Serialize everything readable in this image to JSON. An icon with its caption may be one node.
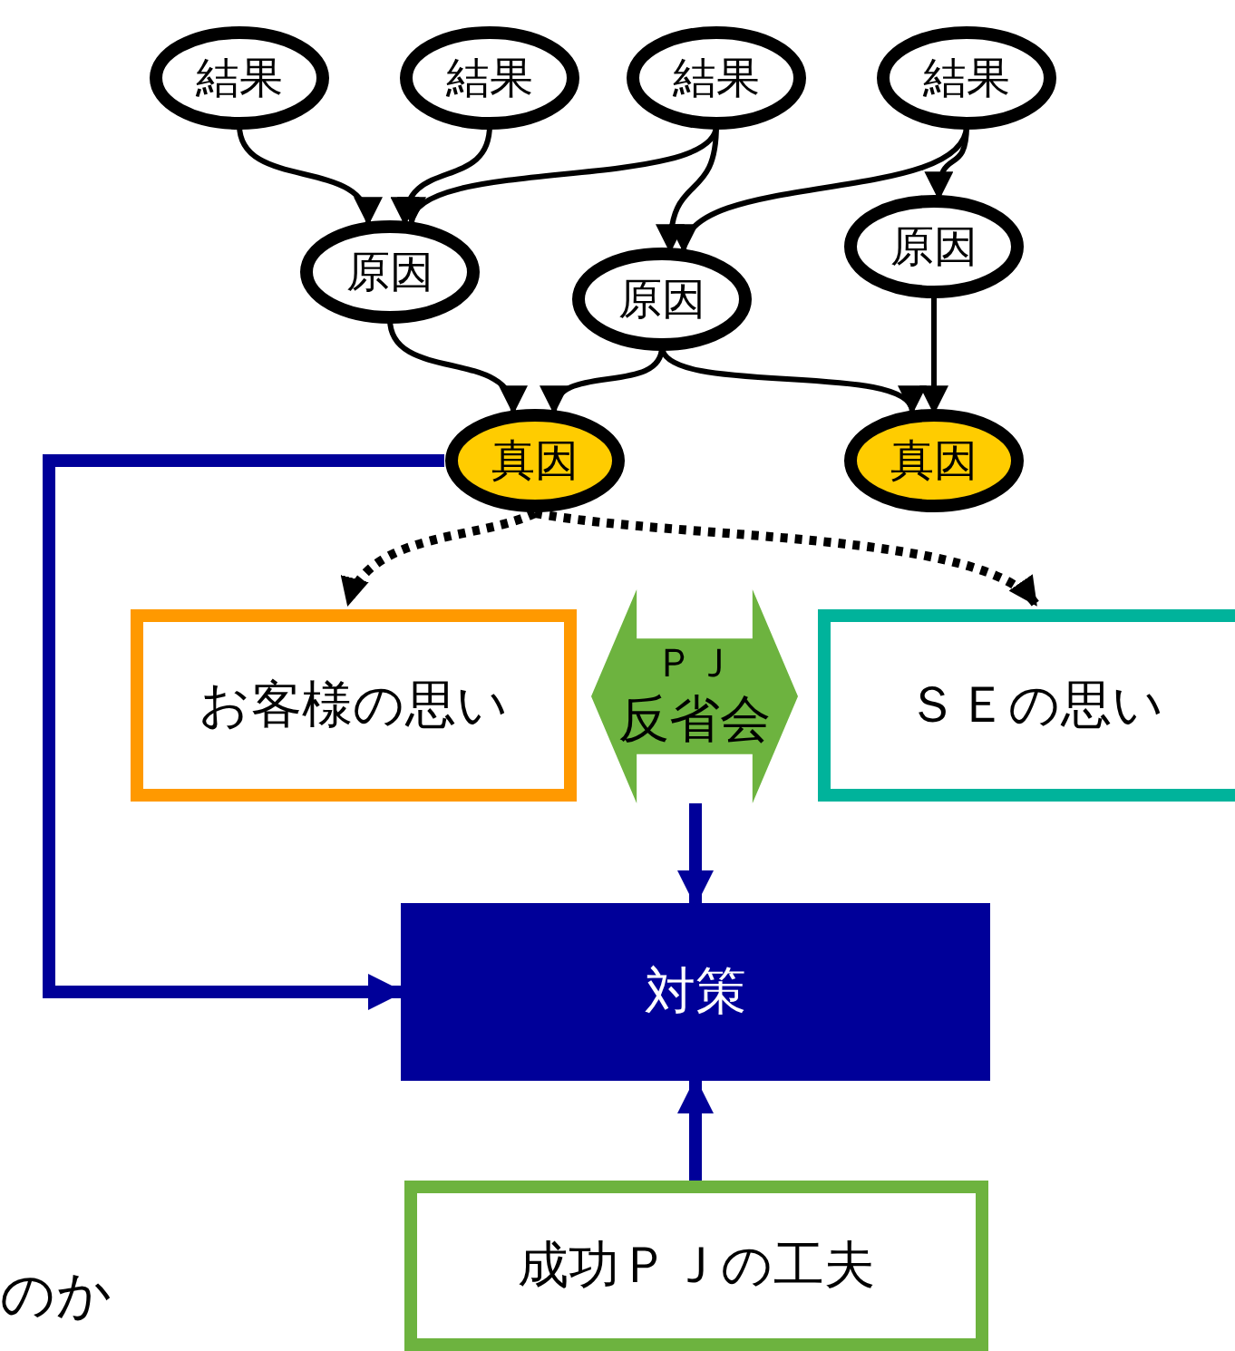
{
  "diagram": {
    "nodes": [
      {
        "text": [
          "結果"
        ]
      },
      {
        "text": [
          "結果"
        ]
      },
      {
        "text": [
          "結果"
        ]
      },
      {
        "text": [
          "結果"
        ]
      },
      {
        "text": [
          "原因"
        ]
      },
      {
        "text": [
          "原因"
        ]
      },
      {
        "text": [
          "原因"
        ]
      },
      {
        "text": [
          "真因"
        ]
      },
      {
        "text": [
          "真因"
        ]
      },
      {
        "text": [
          "お客様の思い"
        ]
      },
      {
        "text": [
          "ＰＪ",
          "反省会"
        ]
      },
      {
        "text": [
          "ＳＥの思い"
        ]
      },
      {
        "text": [
          "対策"
        ]
      },
      {
        "text": [
          "成功ＰＪの工夫"
        ]
      }
    ],
    "edges": [
      {
        "from": 0,
        "to": 4,
        "arrow": "to"
      },
      {
        "from": 1,
        "to": 4,
        "arrow": "to"
      },
      {
        "from": 2,
        "to": 4,
        "arrow": "to"
      },
      {
        "from": 2,
        "to": 5,
        "arrow": "to"
      },
      {
        "from": 3,
        "to": 5,
        "arrow": "to"
      },
      {
        "from": 3,
        "to": 6,
        "arrow": "to"
      },
      {
        "from": 4,
        "to": 7,
        "arrow": "to"
      },
      {
        "from": 5,
        "to": 7,
        "arrow": "to"
      },
      {
        "from": 5,
        "to": 8,
        "arrow": "to"
      },
      {
        "from": 6,
        "to": 8,
        "arrow": "to"
      },
      {
        "from": 7,
        "to": 9,
        "arrow": "to",
        "style": "dashed"
      },
      {
        "from": 7,
        "to": 11,
        "arrow": "to",
        "style": "dashed"
      },
      {
        "from": 7,
        "to": 12,
        "arrow": "to",
        "style": "thick",
        "color": "#000099"
      },
      {
        "from": 10,
        "to": 12,
        "arrow": "to",
        "style": "thick",
        "color": "#000099"
      },
      {
        "from": 13,
        "to": 12,
        "arrow": "to",
        "style": "thick",
        "color": "#000099"
      }
    ],
    "labels": [
      "のか"
    ]
  }
}
